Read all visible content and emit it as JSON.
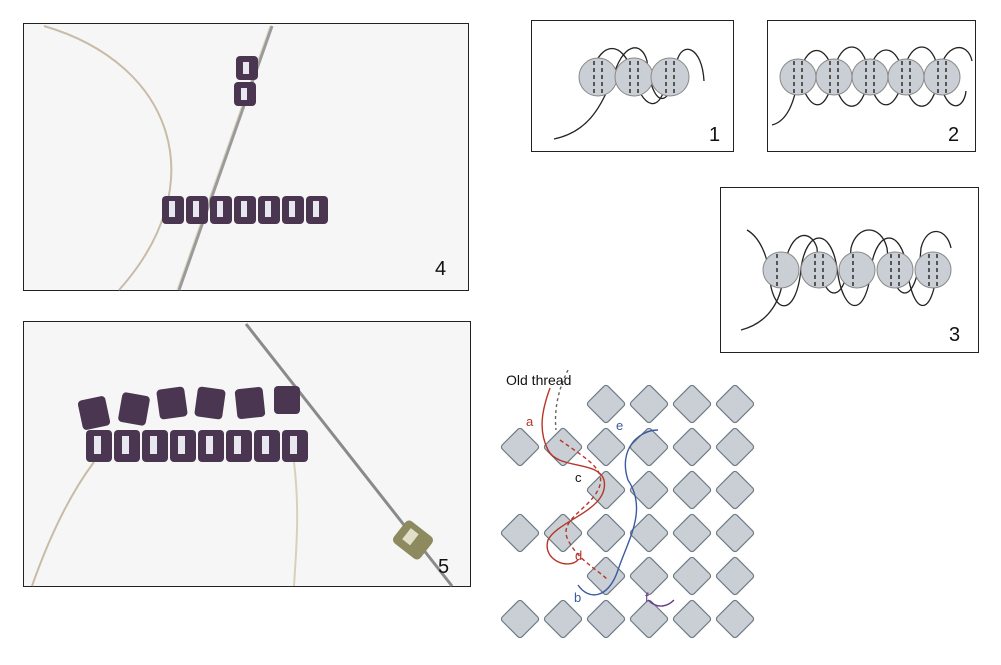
{
  "panels": {
    "p4": {
      "number": "4"
    },
    "p5": {
      "number": "5"
    },
    "p1": {
      "number": "1"
    },
    "p2": {
      "number": "2"
    },
    "p3": {
      "number": "3"
    }
  },
  "grid_diagram": {
    "old_thread_label": "Old thread",
    "points": {
      "a": "a",
      "b": "b",
      "c": "c",
      "d": "d",
      "e": "e",
      "f": "f"
    }
  },
  "colors": {
    "red_thread": "#b5372a",
    "blue_thread": "#3b5aa0",
    "purple_thread": "#6a3a8a",
    "bead_gray": "#c9cfd4",
    "bead_purple": "#4a3650"
  }
}
